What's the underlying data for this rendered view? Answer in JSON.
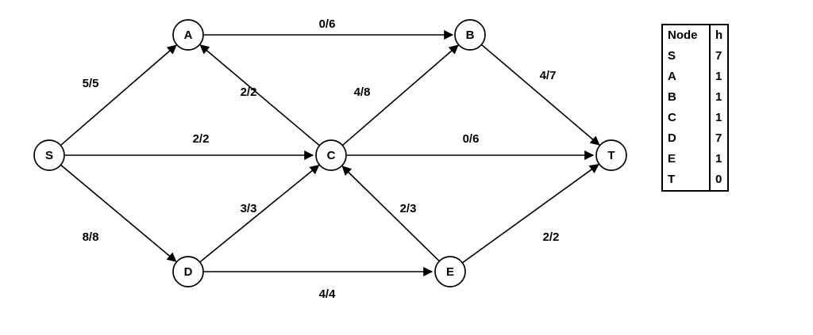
{
  "graph": {
    "nodes": [
      {
        "id": "S",
        "label": "S"
      },
      {
        "id": "A",
        "label": "A"
      },
      {
        "id": "B",
        "label": "B"
      },
      {
        "id": "C",
        "label": "C"
      },
      {
        "id": "D",
        "label": "D"
      },
      {
        "id": "E",
        "label": "E"
      },
      {
        "id": "T",
        "label": "T"
      }
    ],
    "edges": [
      {
        "from": "S",
        "to": "A",
        "label": "5/5"
      },
      {
        "from": "A",
        "to": "B",
        "label": "0/6"
      },
      {
        "from": "S",
        "to": "C",
        "label": "2/2"
      },
      {
        "from": "C",
        "to": "A",
        "label": "2/2"
      },
      {
        "from": "C",
        "to": "B",
        "label": "4/8"
      },
      {
        "from": "C",
        "to": "T",
        "label": "0/6"
      },
      {
        "from": "B",
        "to": "T",
        "label": "4/7"
      },
      {
        "from": "S",
        "to": "D",
        "label": "8/8"
      },
      {
        "from": "D",
        "to": "C",
        "label": "3/3"
      },
      {
        "from": "E",
        "to": "C",
        "label": "2/3"
      },
      {
        "from": "D",
        "to": "E",
        "label": "4/4"
      },
      {
        "from": "E",
        "to": "T",
        "label": "2/2"
      }
    ]
  },
  "table": {
    "headers": {
      "node": "Node",
      "h": "h"
    },
    "rows": [
      {
        "node": "S",
        "h": "7"
      },
      {
        "node": "A",
        "h": "1"
      },
      {
        "node": "B",
        "h": "1"
      },
      {
        "node": "C",
        "h": "1"
      },
      {
        "node": "D",
        "h": "7"
      },
      {
        "node": "E",
        "h": "1"
      },
      {
        "node": "T",
        "h": "0"
      }
    ]
  }
}
